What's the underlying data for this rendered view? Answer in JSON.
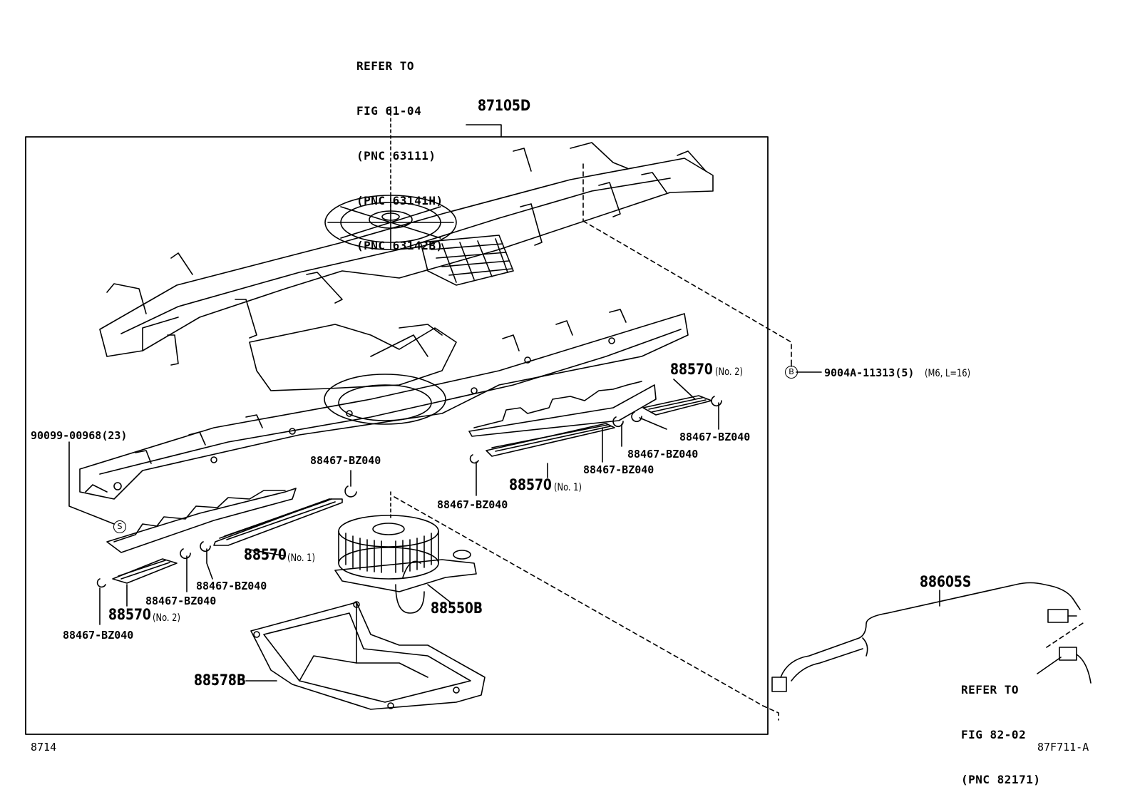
{
  "refer_top": {
    "line1": "REFER TO",
    "line2": "FIG 61-04",
    "line3": "(PNC 63111)",
    "line4": "(PNC 63141H)",
    "line5": "(PNC 63142B)"
  },
  "refer_bottom": {
    "line1": "REFER TO",
    "line2": "FIG 82-02",
    "line3": "(PNC 82171)"
  },
  "parts": {
    "p87105D": "87105D",
    "p88570_no2_right": "88570",
    "p88570_no2_right_note": "(No. 2)",
    "p88570_no1_right": "88570",
    "p88570_no1_right_note": "(No. 1)",
    "p88570_no1_left": "88570",
    "p88570_no1_left_note": "(No. 1)",
    "p88570_no2_left": "88570",
    "p88570_no2_left_note": "(No. 2)",
    "p88550B": "88550B",
    "p88578B": "88578B",
    "p88605S": "88605S",
    "clip_a": "88467-BZ040",
    "clip_b": "88467-BZ040",
    "clip_c": "88467-BZ040",
    "clip_d": "88467-BZ040",
    "clip_e": "88467-BZ040",
    "clip_f": "88467-BZ040",
    "clip_g": "88467-BZ040",
    "clip_h": "88467-BZ040",
    "screw_s": "90099-00968(23)",
    "bolt_b_num": "9004A-11313(5)",
    "bolt_b_spec": "(M6, L=16)",
    "marker_b": "B",
    "marker_s": "S"
  },
  "footer": {
    "left_code": "8714",
    "right_code": "87F711-A"
  }
}
